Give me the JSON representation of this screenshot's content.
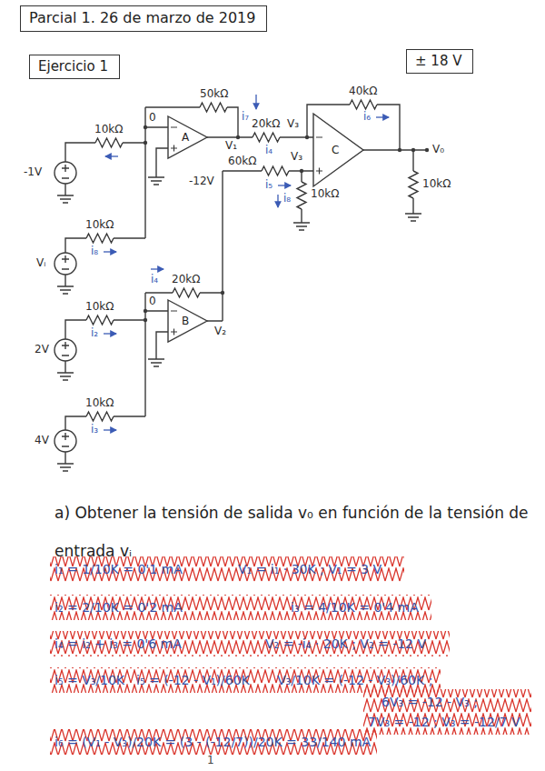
{
  "diagram": {
    "nodes": [
      {
        "text": [
          "Parcial 1. 26 de marzo de 2019"
        ]
      },
      {
        "text": [
          "Ejercicio 1"
        ]
      },
      {
        "text": [
          "± 18 V"
        ]
      },
      {
        "text": [
          "A"
        ]
      },
      {
        "text": [
          "C"
        ]
      },
      {
        "text": [
          "B"
        ]
      }
    ],
    "labels": [
      "50kΩ",
      "10kΩ",
      "0",
      "i₇",
      "20kΩ",
      "V₃",
      "40kΩ",
      "i₆",
      "V₀",
      "V₁",
      "i₄",
      "V₃",
      "-12V",
      "60kΩ",
      "i₅",
      "i₈",
      "10kΩ",
      "10kΩ",
      "-1V",
      "10kΩ",
      "Vᵢ",
      "i₈",
      "i₄",
      "20kΩ",
      "10kΩ",
      "0",
      "2V",
      "i₂",
      "V₂",
      "10kΩ",
      "4V",
      "i₃",
      "a) Obtener la tensión de salida v₀ en función de la tensión de entrada vᵢ",
      "i₁ = 1/10K = 0'1 mA",
      "V₁ = i₁ · 30K ; V₁ = 3 V",
      "i₂ = 2/10K = 0'2 mA",
      "i₃ = 4/10K = 0'4 mA",
      "i₄ = i₂ + i₃ = 0'6 mA",
      "V₂ = -i₄ · 20K ; V₂ = -12 V",
      "i₅ = V₃/10K",
      "i₅ = (-12 - V₁)/60K",
      "V₃/10K = (-12 - V₃)/60K ;",
      "6V₃ = -12 - V₃ ;",
      "7V₃ = -12 ; V₃ = -12/7 V",
      "i₆ = (V₁ - V₃)/20K = (3 - (-12/7))/20K = 33/140 mA",
      "1"
    ]
  }
}
